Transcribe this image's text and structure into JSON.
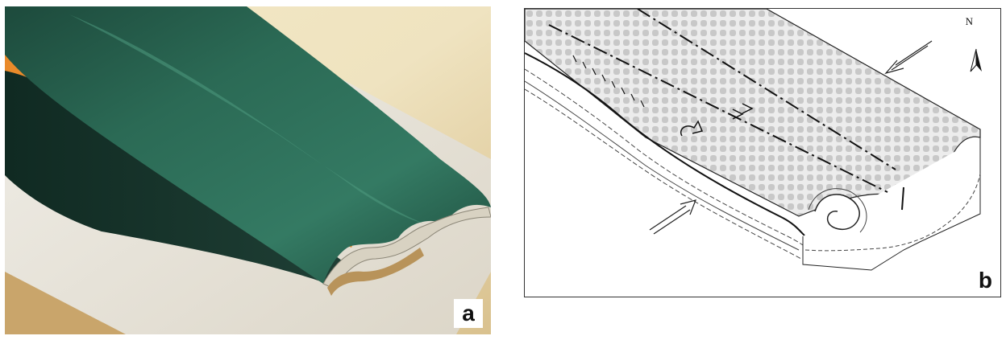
{
  "panels": {
    "a": {
      "label": "a"
    },
    "b": {
      "label": "b",
      "north": "N"
    }
  }
}
